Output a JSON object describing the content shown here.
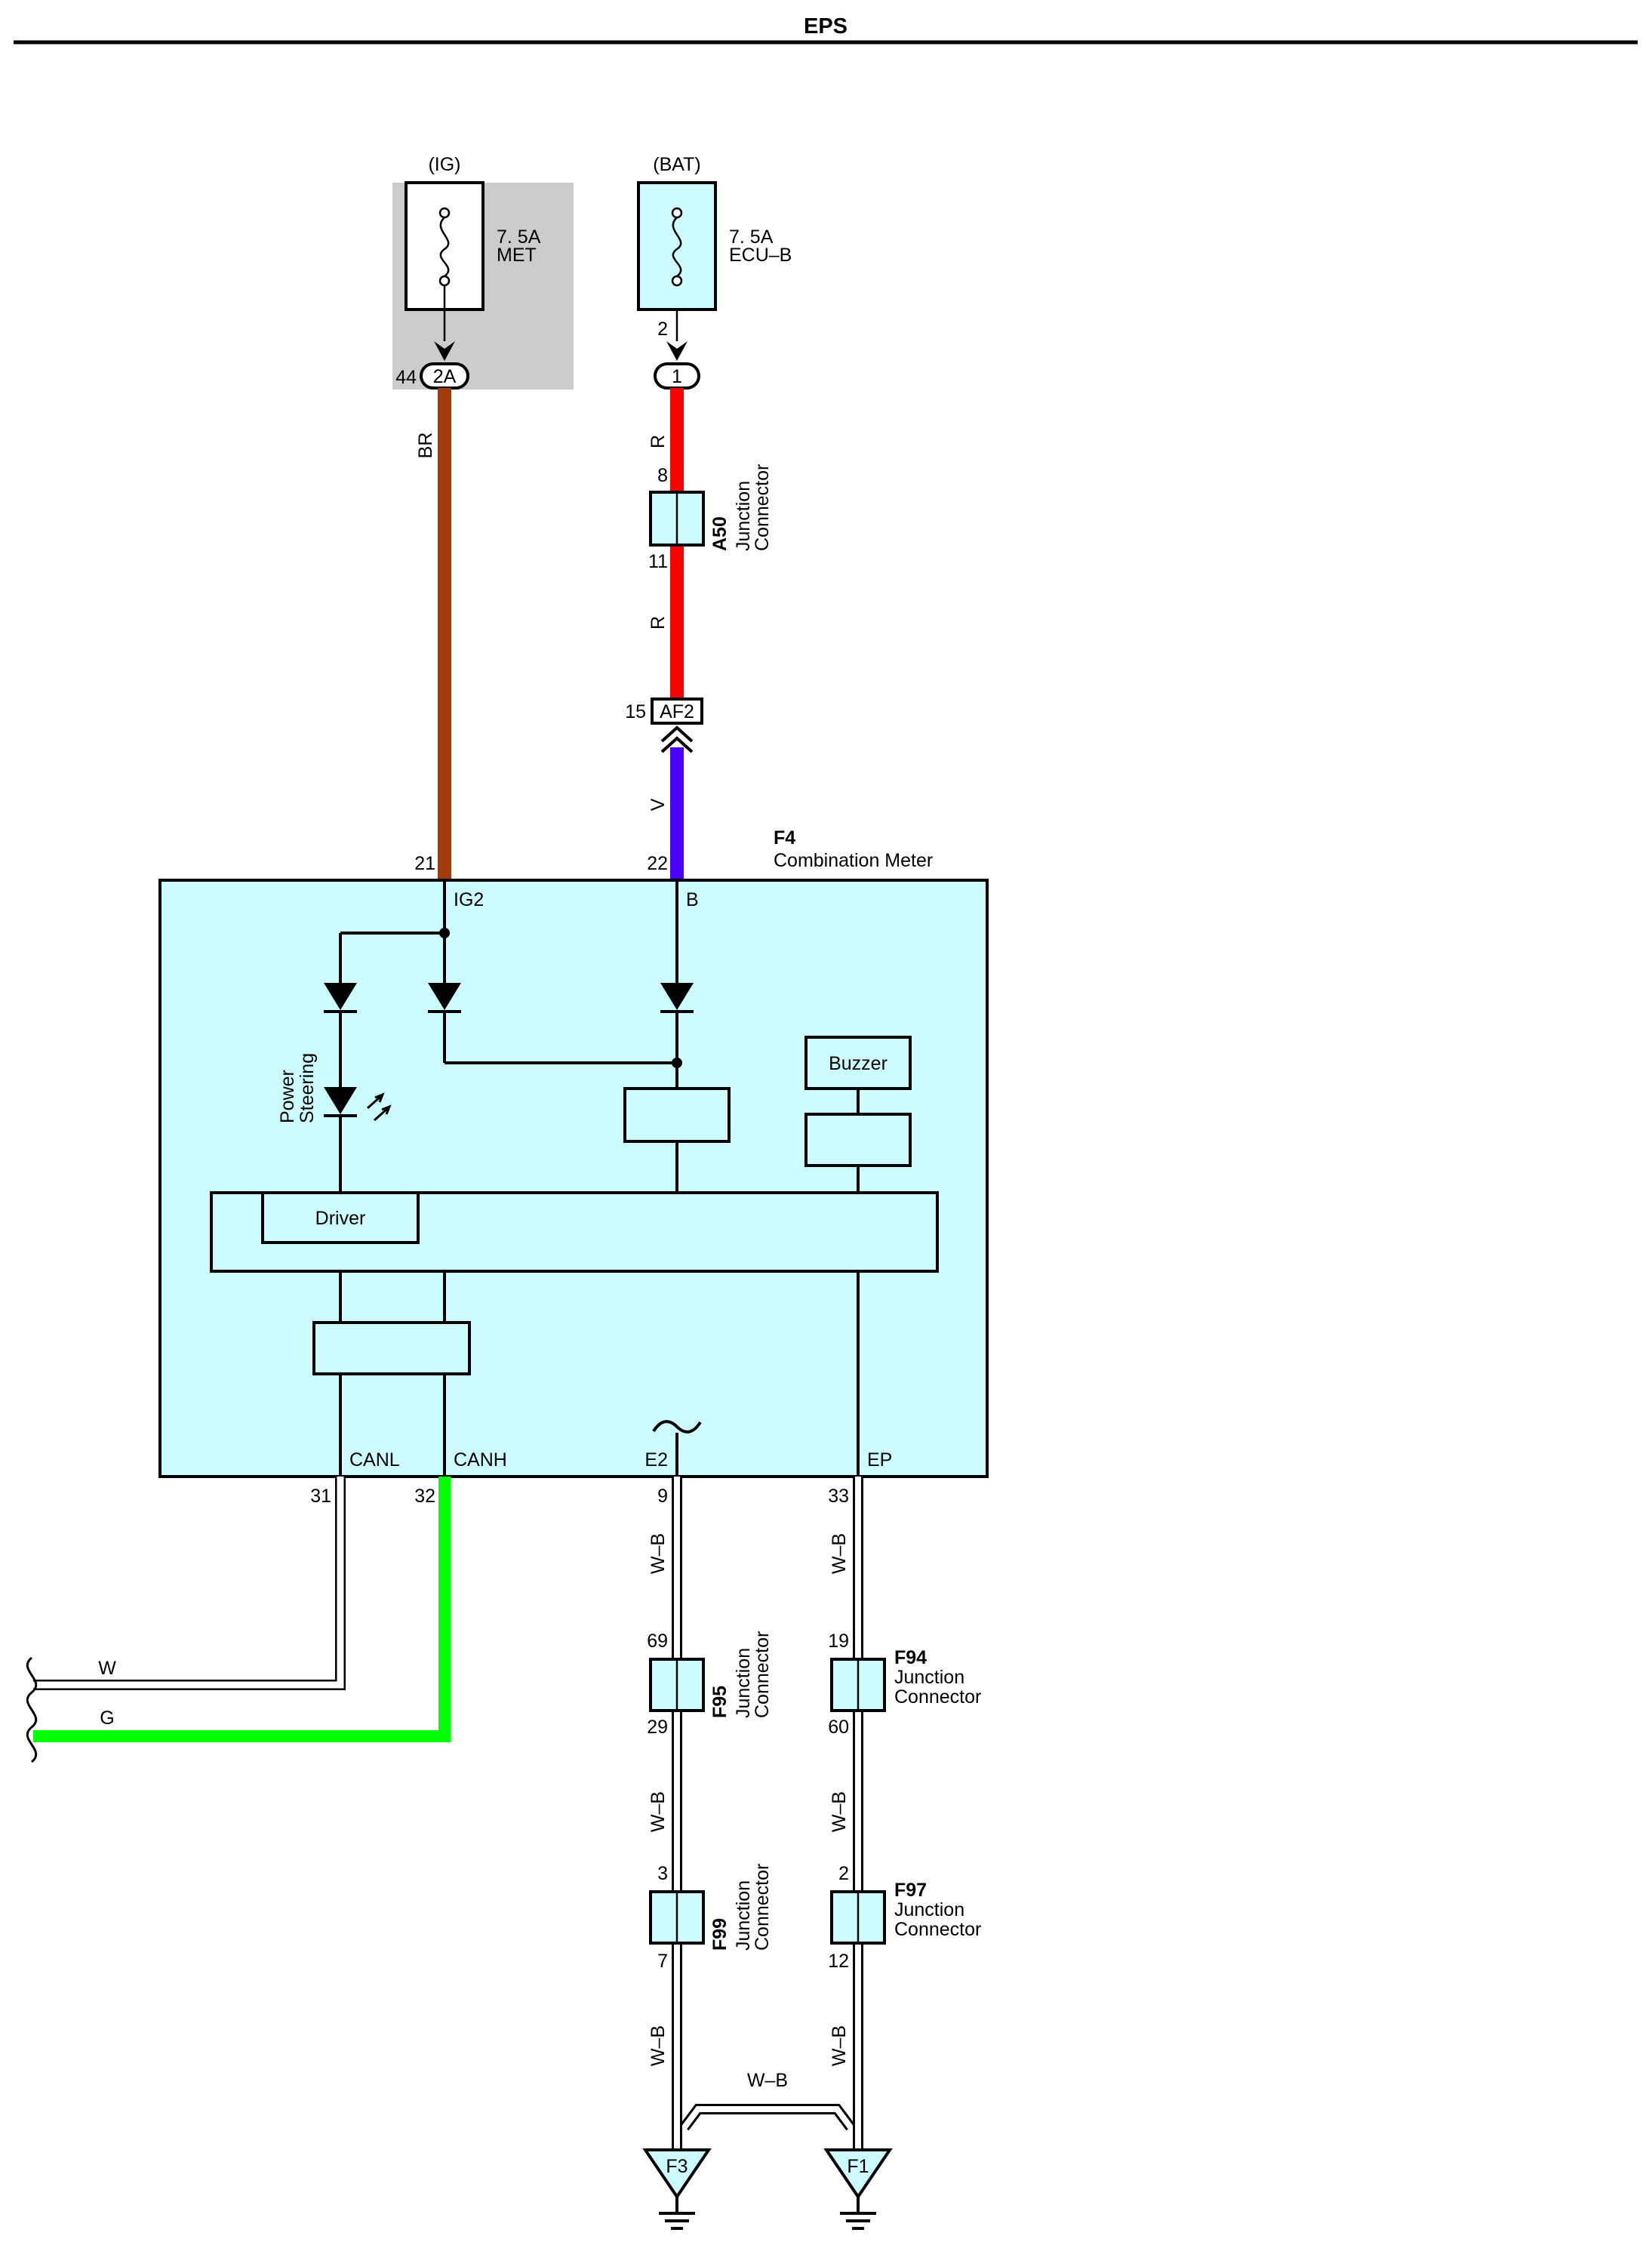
{
  "title": "EPS",
  "colors": {
    "panel": "#ccfcff",
    "shade": "#cccccc",
    "wire_br": "#a23c08",
    "wire_r": "#ff0000",
    "wire_v": "#4b00ff",
    "wire_g": "#00ff00"
  },
  "fuses": {
    "met": {
      "source": "(IG)",
      "rating": "7. 5A",
      "name": "MET",
      "pin": "44",
      "connector": "2A"
    },
    "ecu_b": {
      "source": "(BAT)",
      "rating": "7. 5A",
      "name": "ECU–B",
      "pin": "2",
      "connector": "1"
    }
  },
  "wires": {
    "br": "BR",
    "r1": "R",
    "r2": "R",
    "v": "V",
    "w": "W",
    "g": "G",
    "wb_e2_1": "W–B",
    "wb_e2_2": "W–B",
    "wb_e2_3": "W–B",
    "wb_ep_1": "W–B",
    "wb_ep_2": "W–B",
    "wb_ep_3": "W–B",
    "wb_bridge": "W–B"
  },
  "a50": {
    "code": "A50",
    "label1": "Junction",
    "label2": "Connector",
    "pin_top": "8",
    "pin_bottom": "11"
  },
  "af2": {
    "code": "AF2",
    "pin": "15"
  },
  "meter": {
    "code": "F4",
    "name": "Combination Meter",
    "pin_ig2": "21",
    "pin_b": "22",
    "term_ig2": "IG2",
    "term_b": "B",
    "power_steering_1": "Power",
    "power_steering_2": "Steering",
    "buzzer": "Buzzer",
    "driver": "Driver",
    "term_canl": "CANL",
    "term_canh": "CANH",
    "term_e2": "E2",
    "term_ep": "EP",
    "pin_canl": "31",
    "pin_canh": "32",
    "pin_e2": "9",
    "pin_ep": "33"
  },
  "f95": {
    "code": "F95",
    "label1": "Junction",
    "label2": "Connector",
    "pin_top": "69",
    "pin_bottom": "29"
  },
  "f99": {
    "code": "F99",
    "label1": "Junction",
    "label2": "Connector",
    "pin_top": "3",
    "pin_bottom": "7"
  },
  "f94": {
    "code": "F94",
    "label1": "Junction",
    "label2": "Connector",
    "pin_top": "19",
    "pin_bottom": "60"
  },
  "f97": {
    "code": "F97",
    "label1": "Junction",
    "label2": "Connector",
    "pin_top": "2",
    "pin_bottom": "12"
  },
  "grounds": {
    "f3": "F3",
    "f1": "F1"
  }
}
